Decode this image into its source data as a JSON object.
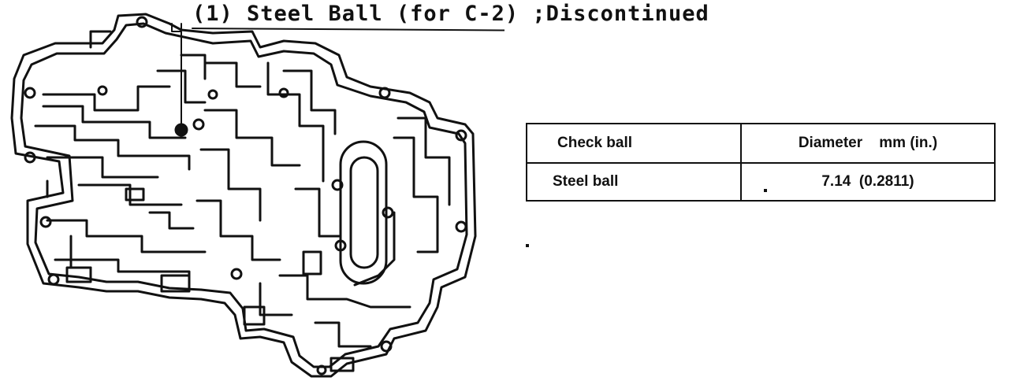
{
  "callout": {
    "text": "(1) Steel Ball (for C-2) ;Discontinued"
  },
  "table": {
    "headers": [
      "Check ball",
      "Diameter    mm (in.)"
    ],
    "rows": [
      [
        "Steel ball",
        "7.14  (0.2811)"
      ]
    ]
  }
}
